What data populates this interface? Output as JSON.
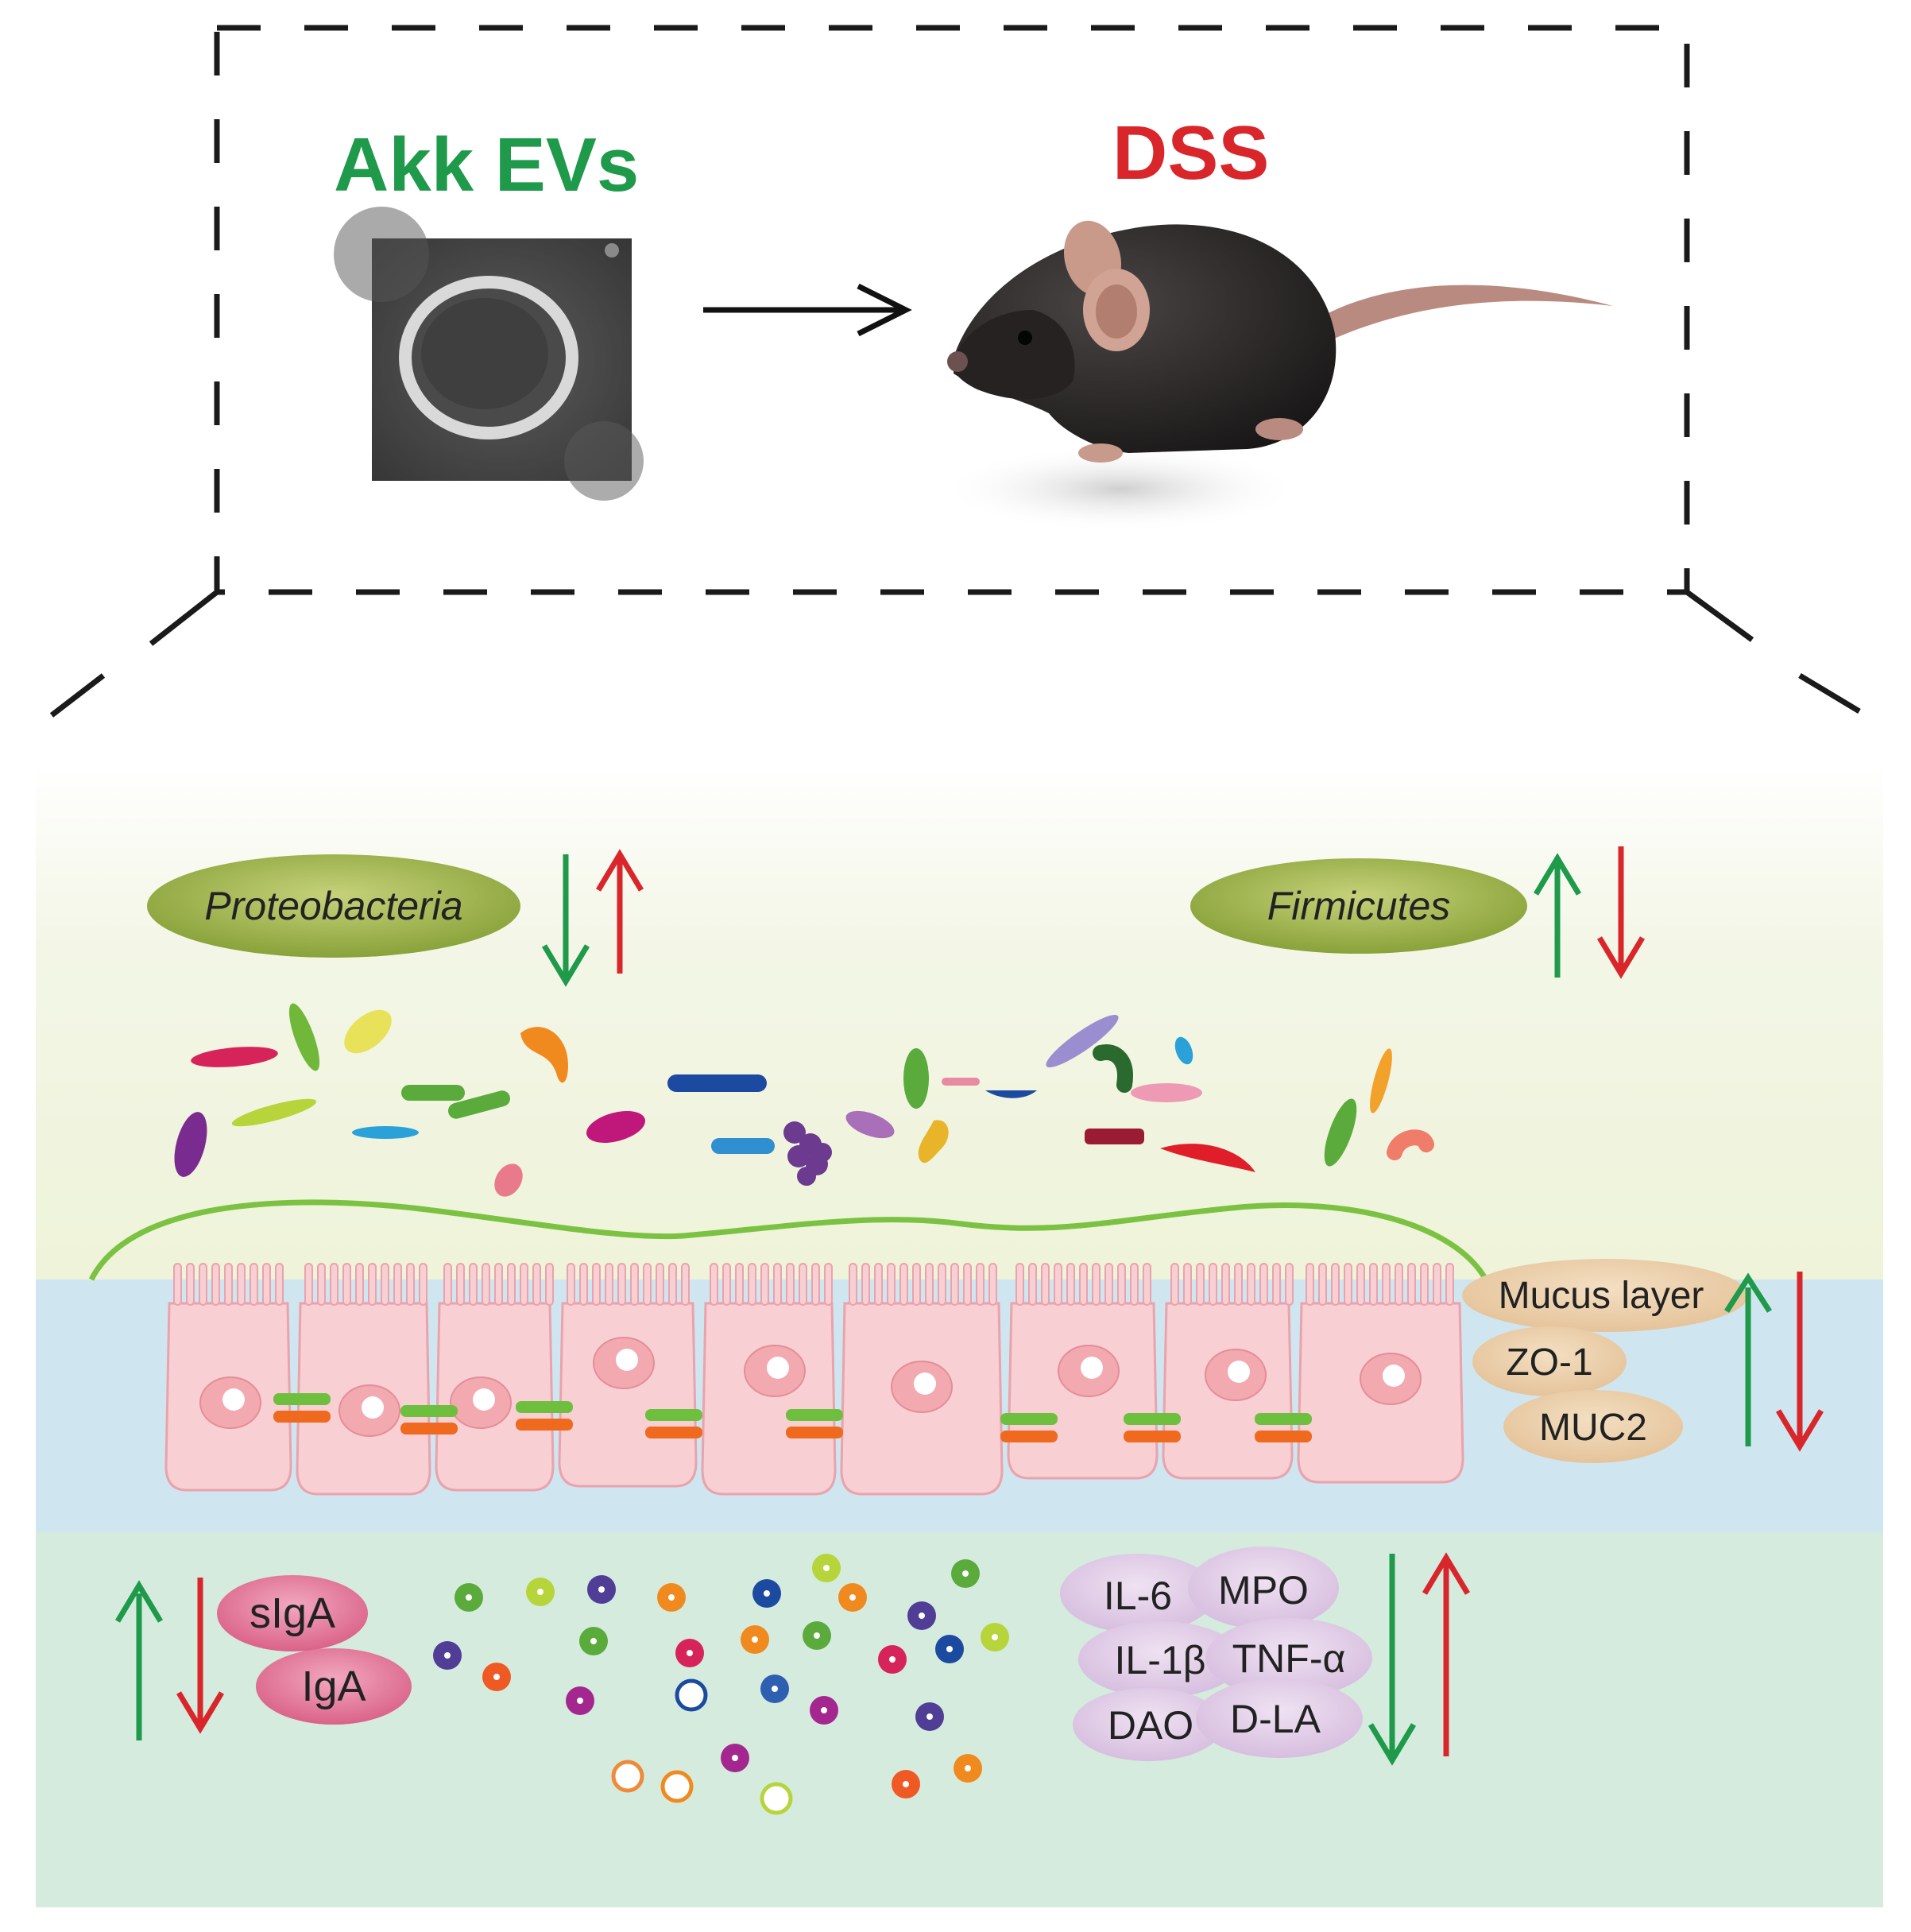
{
  "treatment": {
    "label": "Akk EVs",
    "label_color": "#1e9a4a",
    "image": "akk-ev-micrograph",
    "model_label": "DSS",
    "model_label_color": "#d8262b",
    "model_image": "black-mouse"
  },
  "legend_colors": {
    "up_arrow_akk": "#1e9a4a",
    "down_arrow_dss": "#d8262b"
  },
  "microbiota": {
    "left_taxon": "Proteobacteria",
    "right_taxon": "Firmicutes"
  },
  "barrier": {
    "labels": [
      "Mucus layer",
      "ZO-1",
      "MUC2"
    ]
  },
  "immunity": {
    "labels": [
      "sIgA",
      "IgA"
    ]
  },
  "inflammation": {
    "labels": [
      "IL-6",
      "MPO",
      "IL-1β",
      "TNF-α",
      "DAO",
      "D-LA"
    ]
  }
}
